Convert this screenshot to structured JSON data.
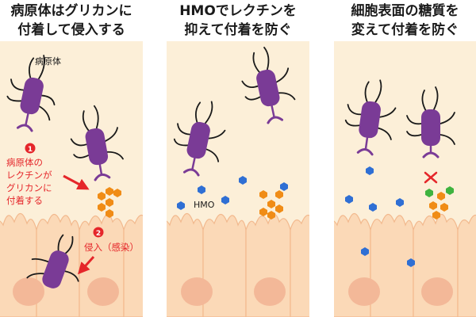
{
  "panels": [
    {
      "title_line1": "病原体はグリカンに",
      "title_line2": "付着して侵入する"
    },
    {
      "title_line1": "HMOでレクチンを",
      "title_line2": "抑えて付着を防ぐ"
    },
    {
      "title_line1": "細胞表面の糖質を",
      "title_line2": "変えて付着を防ぐ"
    }
  ],
  "labels": {
    "pathogen": "病原体",
    "hmo": "HMO",
    "step1_num": "1",
    "step1_l1": "病原体の",
    "step1_l2": "レクチンが",
    "step1_l3": "グリカンに",
    "step1_l4": "付着する",
    "step2_num": "2",
    "step2_text": "侵入（感染）"
  },
  "colors": {
    "panel_bg": "#fcefd8",
    "cell_fill": "#fbd9b7",
    "cell_stroke": "#f2b98e",
    "nucleus": "#f3b898",
    "pathogen": "#7a3b96",
    "flagella": "#1a1a1a",
    "glycan": "#f08c16",
    "hmo": "#2f6fd4",
    "modified_sugar": "#3fb33f",
    "alert": "#e5262a"
  },
  "icons": [
    "pathogen-icon",
    "glycan-hexagon-icon",
    "hmo-hexagon-icon",
    "block-cross-icon",
    "arrow-icon"
  ]
}
